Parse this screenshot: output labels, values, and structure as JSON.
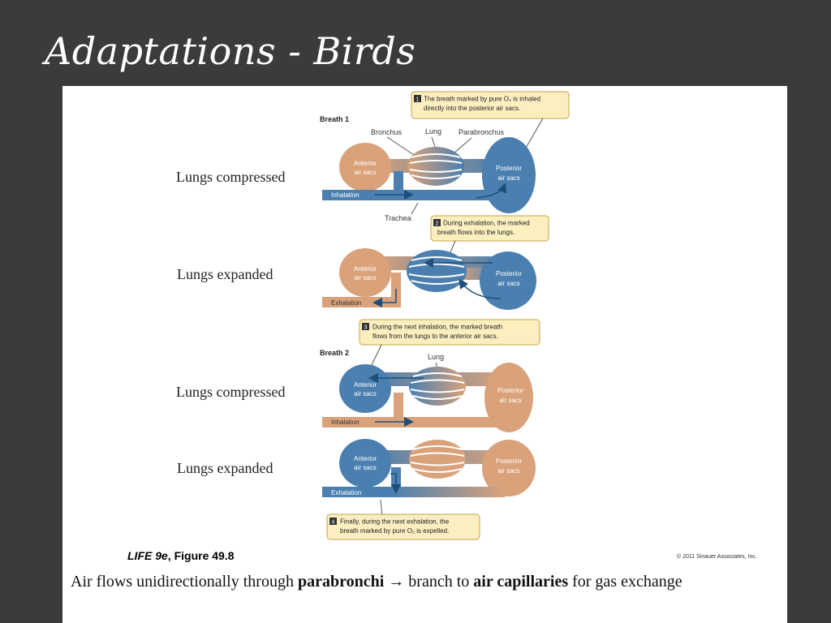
{
  "slide": {
    "title": "Adaptations - Birds"
  },
  "row_labels": [
    "Lungs compressed",
    "Lungs expanded",
    "Lungs compressed",
    "Lungs expanded"
  ],
  "figure": {
    "breath1_label": "Breath 1",
    "breath2_label": "Breath 2",
    "bronchus": "Bronchus",
    "lung": "Lung",
    "parabronchus": "Parabronchus",
    "trachea": "Trachea",
    "anterior_l1": "Anterior",
    "anterior_l2": "air sacs",
    "posterior_l1": "Posterior",
    "posterior_l2": "air sacs",
    "inhalation": "Inhalation",
    "exhalation": "Exhalation",
    "callouts": [
      {
        "num": "1",
        "line1": "The breath marked by pure O₂ is inhaled",
        "line2": "directly into the posterior air sacs."
      },
      {
        "num": "2",
        "line1": "During exhalation, the marked",
        "line2": "breath flows into the lungs."
      },
      {
        "num": "3",
        "line1": "During the next inhalation, the marked breath",
        "line2": "flows from the lungs to the anterior air sacs."
      },
      {
        "num": "4",
        "line1": "Finally, during the next exhalation, the",
        "line2": "breath marked by pure O₂ is expelled."
      }
    ],
    "reference_book": "LIFE 9e",
    "reference_fig": ", Figure 49.8",
    "copyright": "© 2011 Sinauer Associates, Inc."
  },
  "caption": {
    "part1": "Air flows unidirectionally through ",
    "bold1": "parabronchi",
    "arrow": " → ",
    "part2": "branch to ",
    "bold2": "air capillaries",
    "part3": " for gas exchange"
  },
  "colors": {
    "background": "#3b3b3b",
    "tan": "#d9a27a",
    "blue": "#4a7fb0",
    "callout_fill": "#fbefc0",
    "callout_border": "#c8a24a"
  }
}
